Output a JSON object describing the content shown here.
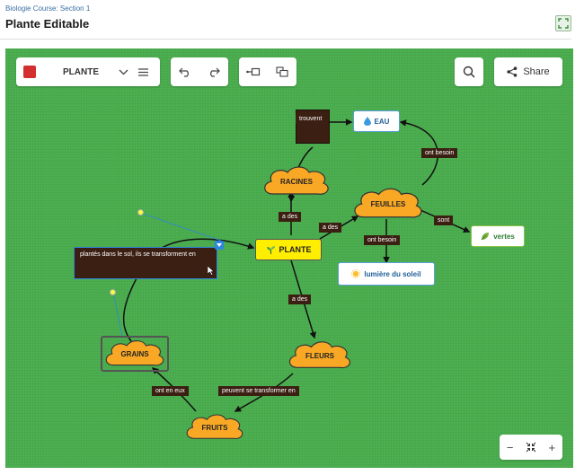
{
  "header": {
    "breadcrumb": "Biologie Course: Section 1",
    "title": "Plante Editable"
  },
  "toolbar": {
    "map_title": "PLANTE",
    "share_label": "Share"
  },
  "nodes": {
    "plante": "PLANTE",
    "racines": "RACINES",
    "feuilles": "FEUILLES",
    "eau": "EAU",
    "lumiere": "lumière du soleil",
    "vertes": "vertes",
    "fleurs": "FLEURS",
    "fruits": "FRUITS",
    "grains": "GRAINS",
    "editing_text": "plantés dans le sol, ils se transforment en"
  },
  "links": {
    "trouvent": "trouvent",
    "ont_besoin_1": "ont besoin",
    "a_des_1": "a des",
    "a_des_2": "a des",
    "sont": "sont",
    "ont_besoin_2": "ont besoin",
    "a_des_3": "a des",
    "ont_en_eux": "ont en eux",
    "peuvent": "peuvent se transformer en"
  },
  "zoom": {
    "minus": "−",
    "plus": "+"
  },
  "colors": {
    "canvas": "#4caf50",
    "cloud": "#f9a825",
    "plante": "#ffee00",
    "link_label_bg": "#3b1f12",
    "edit_border": "#2e86de"
  }
}
